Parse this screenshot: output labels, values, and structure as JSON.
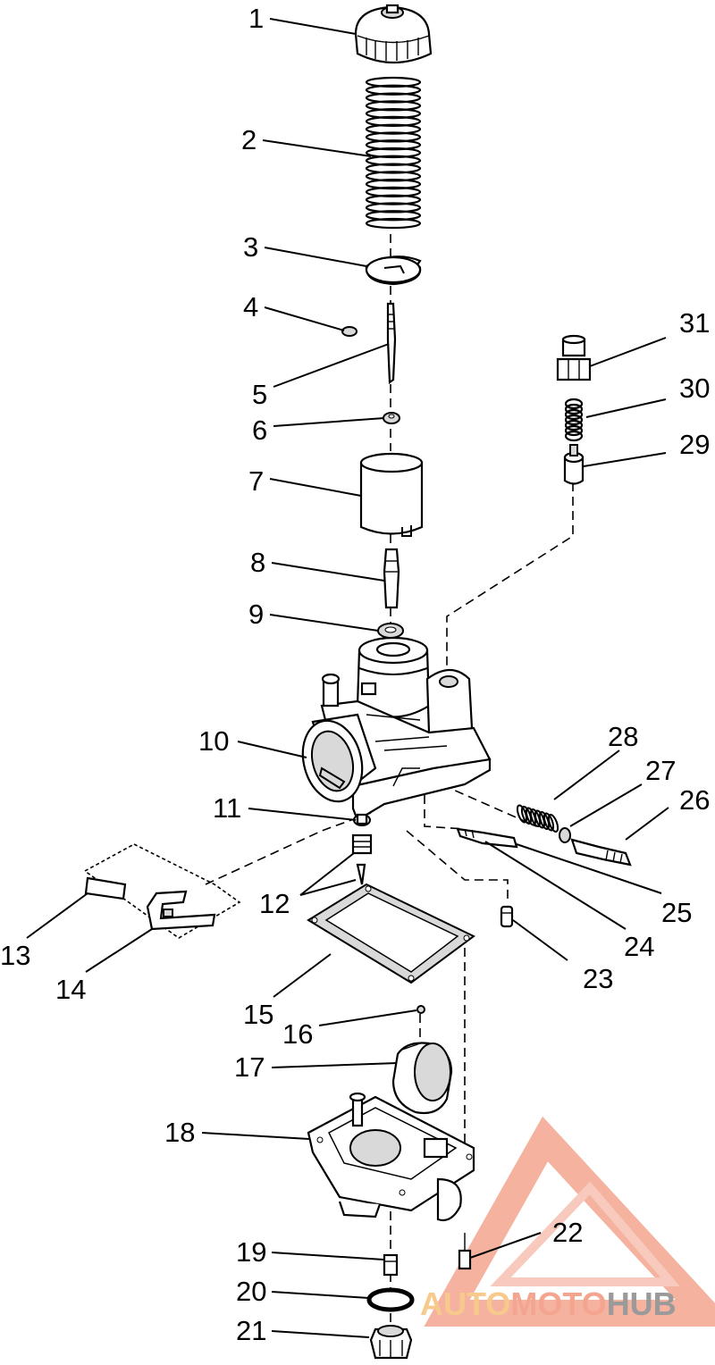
{
  "diagram": {
    "callouts": [
      "1",
      "2",
      "3",
      "4",
      "5",
      "6",
      "7",
      "8",
      "9",
      "10",
      "11",
      "12",
      "13",
      "14",
      "15",
      "16",
      "17",
      "18",
      "19",
      "20",
      "21",
      "22",
      "23",
      "24",
      "25",
      "26",
      "27",
      "28",
      "29",
      "30",
      "31"
    ]
  },
  "watermark": {
    "part1": "AUTO",
    "part2": "MOTO",
    "part3": "HUB",
    "colors": {
      "accent": "#f4a58f",
      "light": "#f7c98c",
      "gray": "#9a9a9a"
    }
  }
}
